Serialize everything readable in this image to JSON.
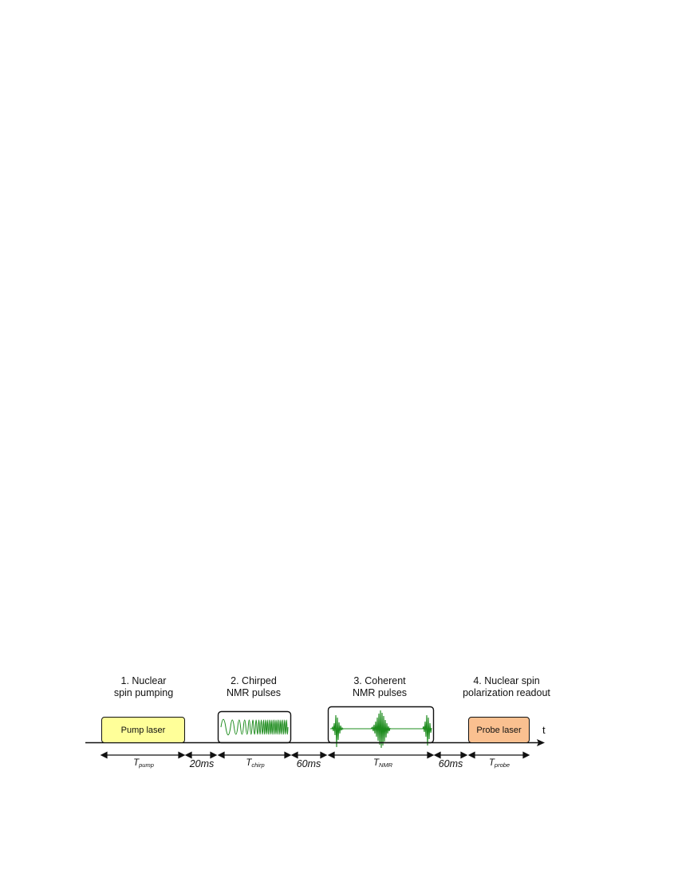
{
  "diagram": {
    "colors": {
      "pump_fill": "#FFFF99",
      "probe_fill": "#FAC090",
      "waveform": "#1E8C1E",
      "line": "#111111"
    },
    "stages": [
      {
        "title_line1": "1. Nuclear",
        "title_line2": "spin pumping",
        "box_label": "Pump laser"
      },
      {
        "title_line1": "2. Chirped",
        "title_line2": "NMR pulses",
        "box_label": ""
      },
      {
        "title_line1": "3. Coherent",
        "title_line2": "NMR pulses",
        "box_label": ""
      },
      {
        "title_line1": "4. Nuclear spin",
        "title_line2": "polarization readout",
        "box_label": "Probe laser"
      }
    ],
    "axis_label": "t",
    "durations": [
      {
        "main": "T",
        "sub": "pump"
      },
      {
        "main": "20ms"
      },
      {
        "main": "T",
        "sub": "chirp"
      },
      {
        "main": "60ms"
      },
      {
        "main": "T",
        "sub": "NMR"
      },
      {
        "main": "60ms"
      },
      {
        "main": "T",
        "sub": "probe"
      }
    ]
  }
}
